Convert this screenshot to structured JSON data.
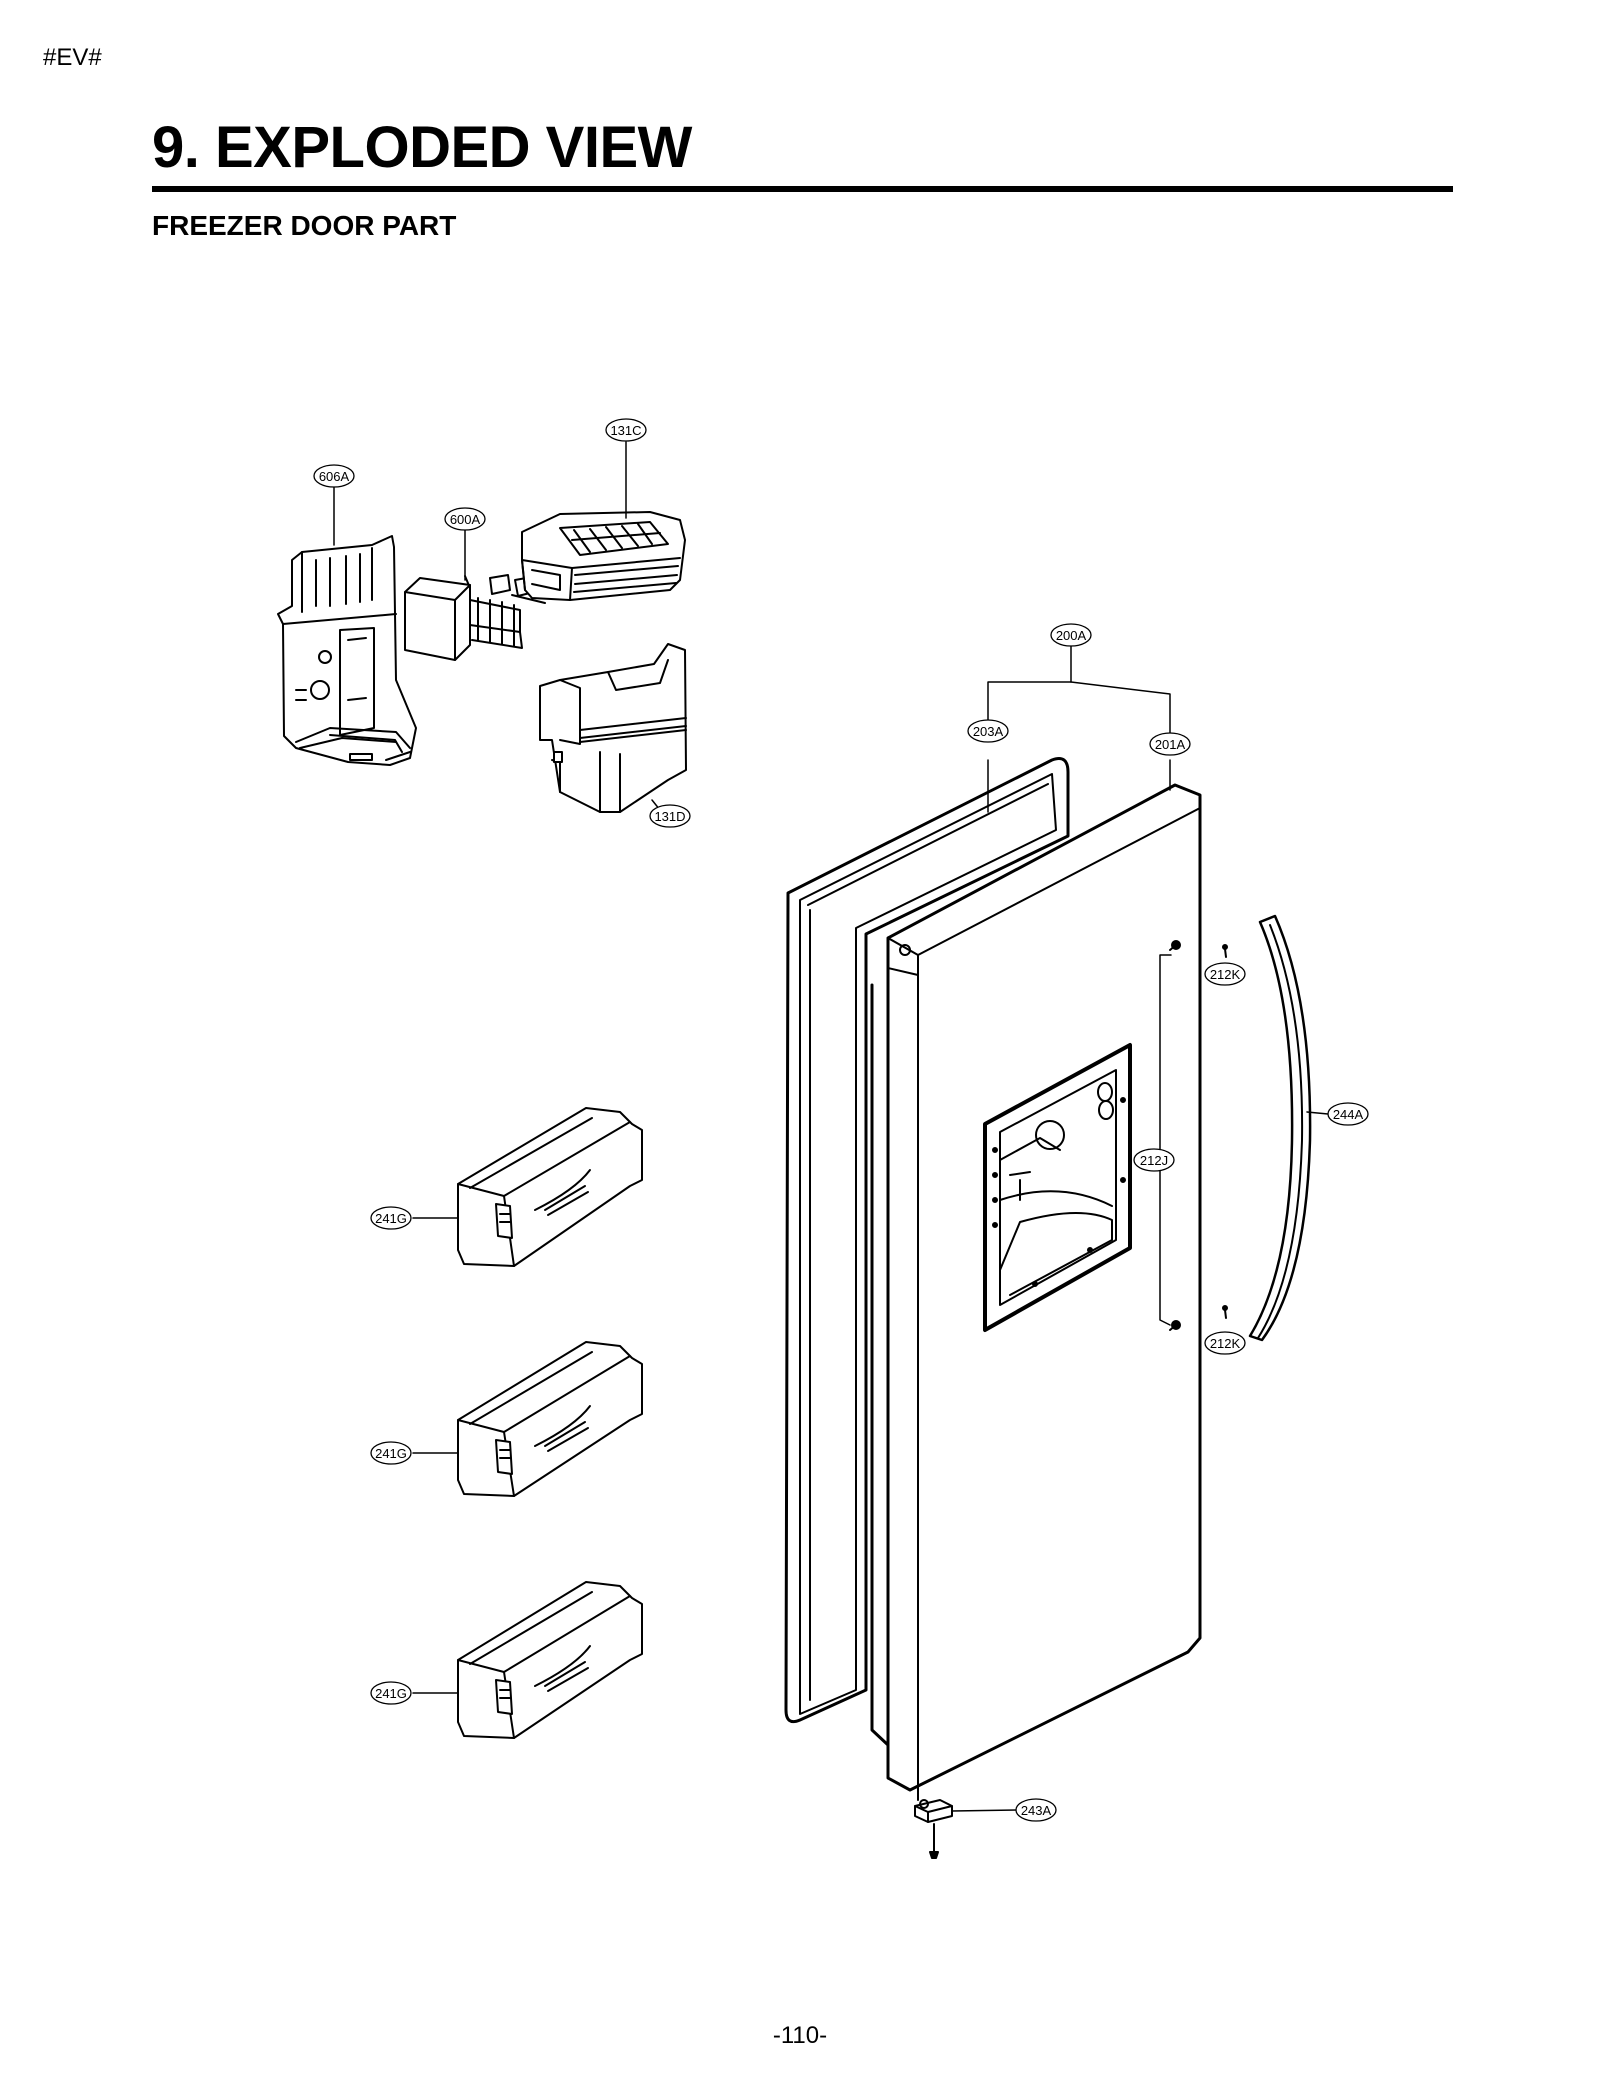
{
  "header": {
    "tag": "#EV#",
    "title": "9. EXPLODED VIEW",
    "subtitle": "FREEZER DOOR PART"
  },
  "footer": {
    "page_number": "-110-"
  },
  "parts": {
    "p131C": "131C",
    "p606A": "606A",
    "p600A": "600A",
    "p131D": "131D",
    "p200A": "200A",
    "p203A": "203A",
    "p201A": "201A",
    "p212K_top": "212K",
    "p244A": "244A",
    "p212J": "212J",
    "p212K_bottom": "212K",
    "p241G_1": "241G",
    "p241G_2": "241G",
    "p241G_3": "241G",
    "p243A": "243A"
  }
}
